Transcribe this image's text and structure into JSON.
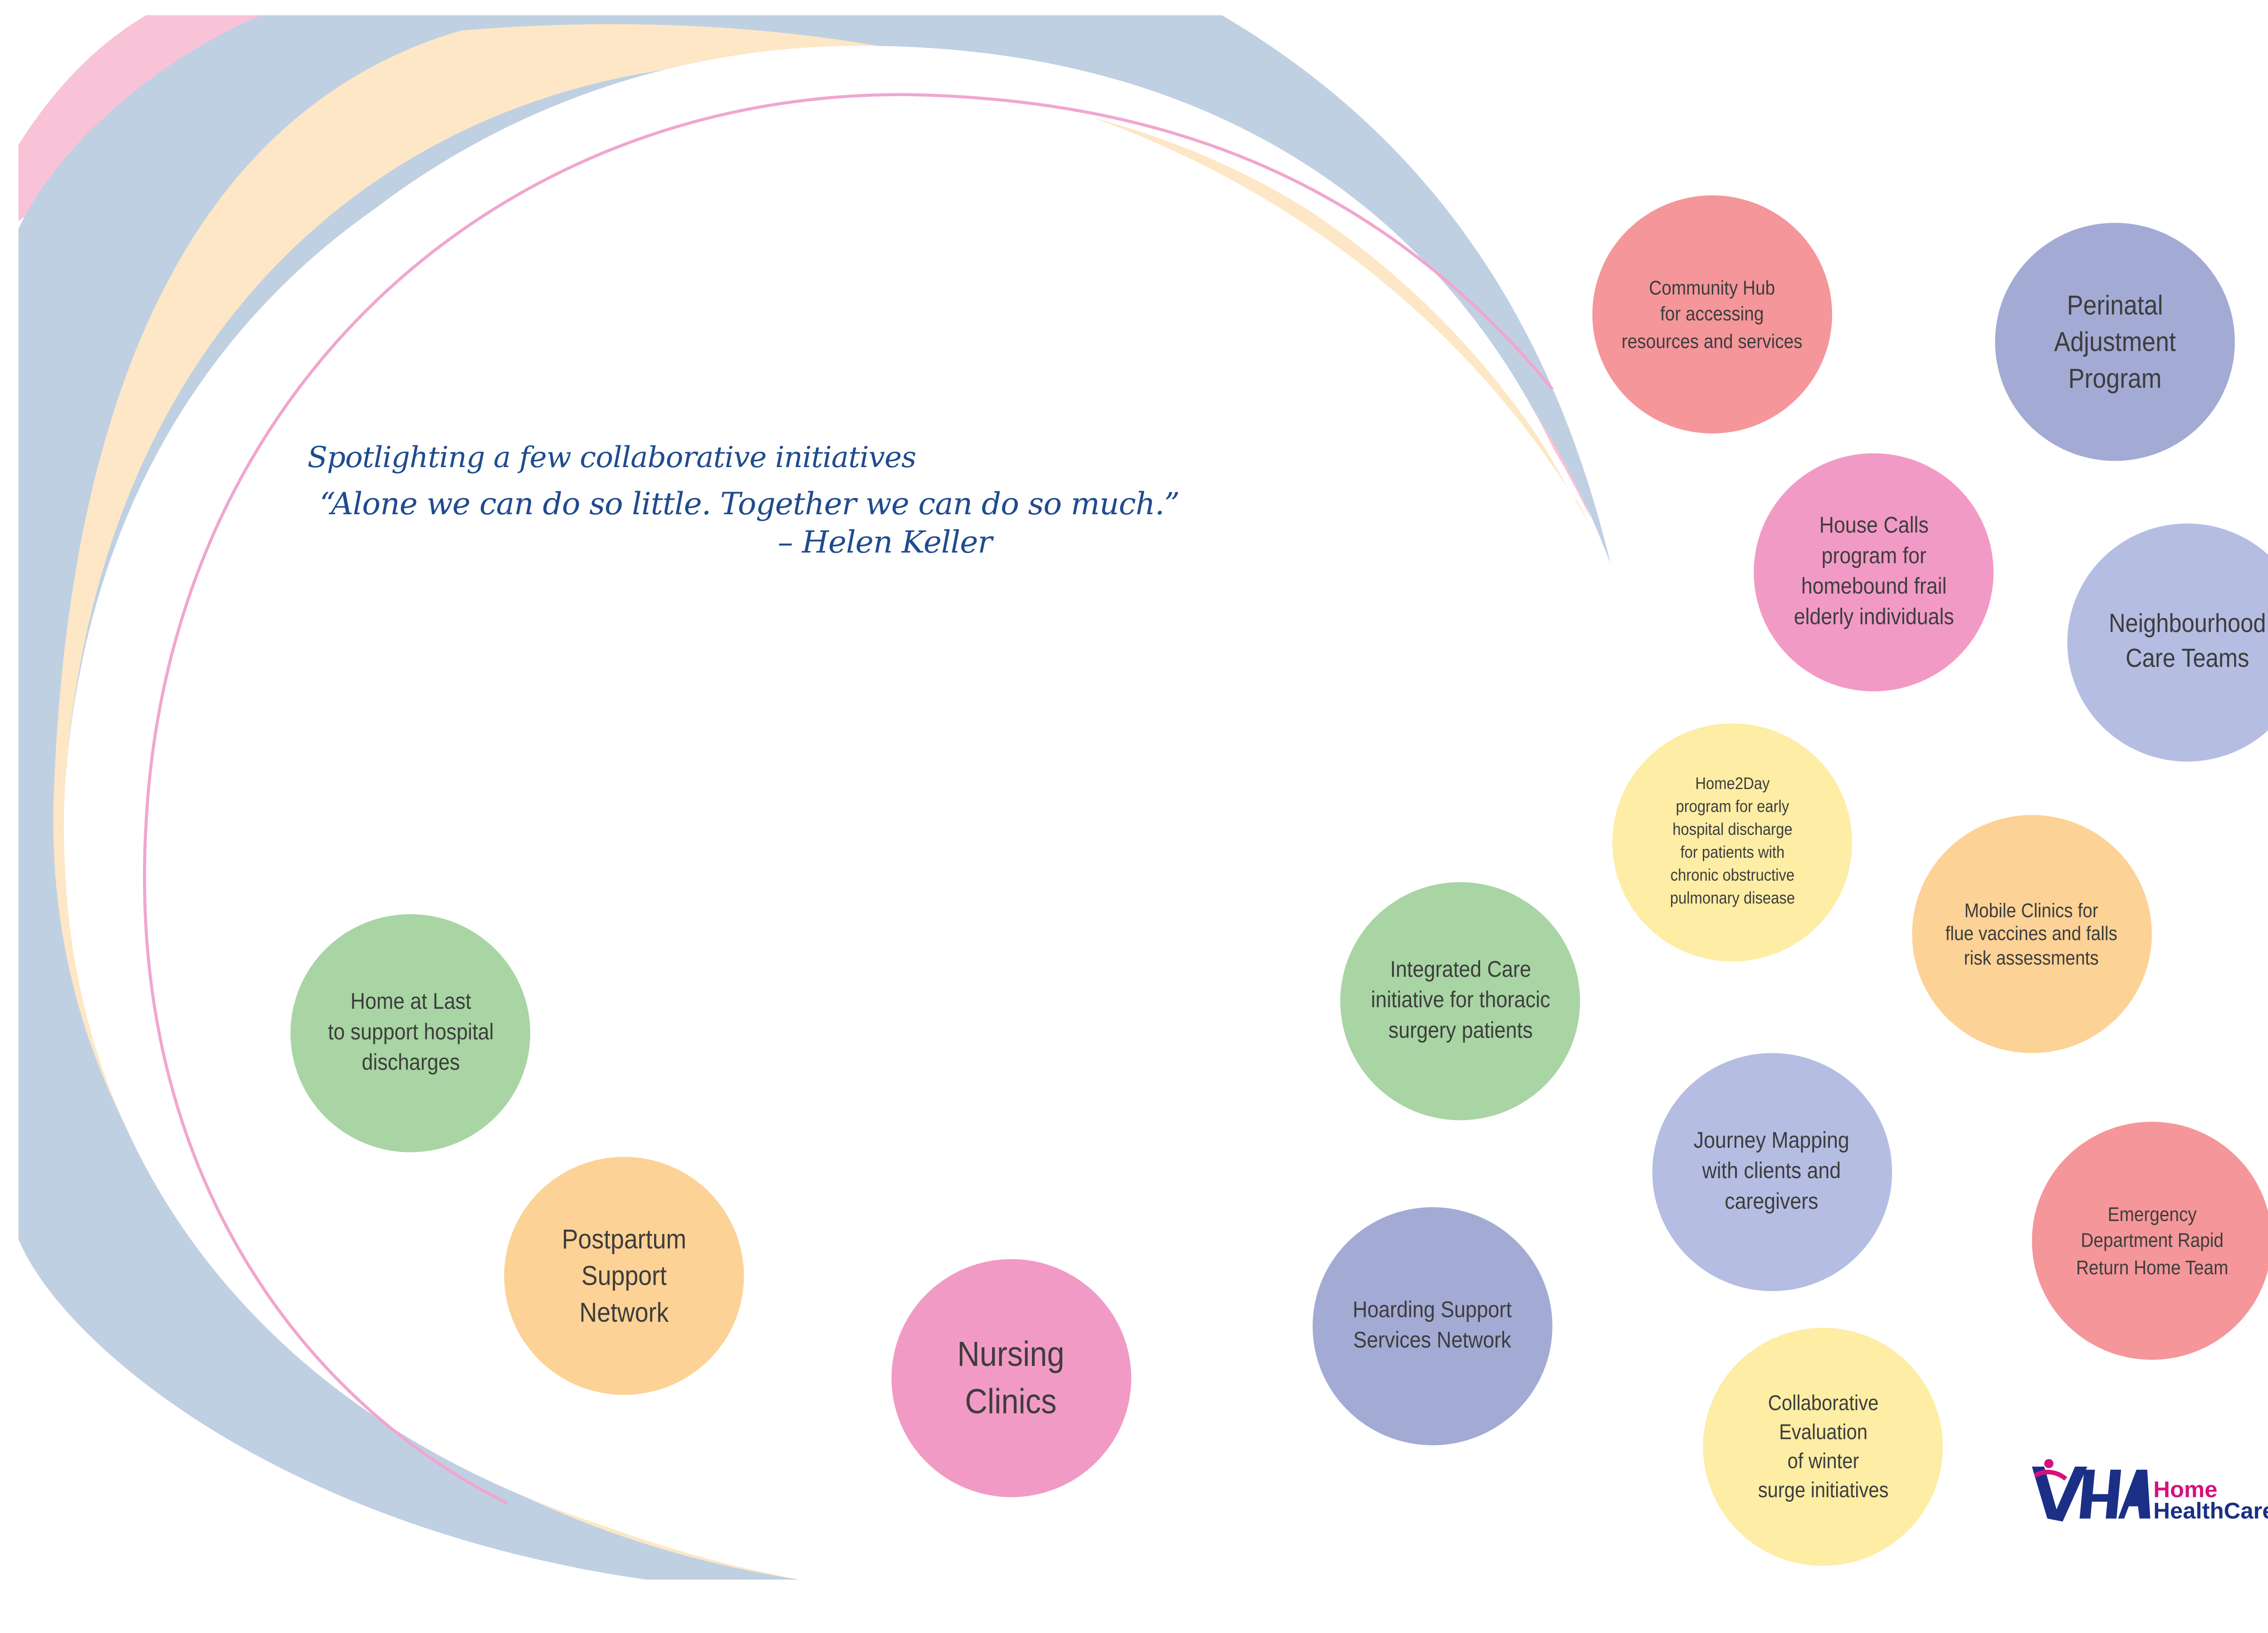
{
  "quote": {
    "heading": "Spotlighting a few collaborative initiatives",
    "text": "“Alone we can do so little. Together we can do so much.”",
    "author": "– Helen Keller"
  },
  "initiatives": [
    {
      "label": "Community Hub\nfor accessing\nresources and services",
      "color": "#f4969a"
    },
    {
      "label": "Perinatal\nAdjustment\nProgram",
      "color": "#a3aad4"
    },
    {
      "label": "House Calls\nprogram for\nhomebound frail\nelderly individuals",
      "color": "#f29ac6"
    },
    {
      "label": "Neighbourhood\nCare Teams",
      "color": "#b5bde2"
    },
    {
      "label": "Home2Day\nprogram for early\nhospital discharge\nfor patients with\nchronic obstructive\npulmonary disease",
      "color": "#fdeda5"
    },
    {
      "label": "Mobile Clinics for\nflue vaccines and falls\nrisk assessments",
      "color": "#fdd296"
    },
    {
      "label": "Integrated Care\ninitiative for thoracic\nsurgery patients",
      "color": "#a8d5a3"
    },
    {
      "label": "Journey Mapping\nwith clients and\ncaregivers",
      "color": "#b5bde2"
    },
    {
      "label": "Emergency\nDepartment Rapid\nReturn Home Team",
      "color": "#f4969a"
    },
    {
      "label": "Hoarding Support\nServices Network",
      "color": "#a3aad4"
    },
    {
      "label": "Collaborative\nEvaluation\nof winter\nsurge initiatives",
      "color": "#fdeda5"
    },
    {
      "label": "Home at Last\nto support hospital\ndischarges",
      "color": "#a8d5a3"
    },
    {
      "label": "Postpartum\nSupport\nNetwork",
      "color": "#fdd296"
    },
    {
      "label": "Nursing\nClinics",
      "color": "#f29ac6"
    }
  ],
  "logo": {
    "mark_text": "VHA",
    "word_1": "Home",
    "word_2": "HealthCare",
    "colors": {
      "pink": "#d4127d",
      "navy": "#1b2f86"
    }
  },
  "swoosh_colors": {
    "pink": "#f8c3d6",
    "blue": "#c0d0e3",
    "cream": "#fde7c6",
    "line": "#f0a6cf"
  }
}
